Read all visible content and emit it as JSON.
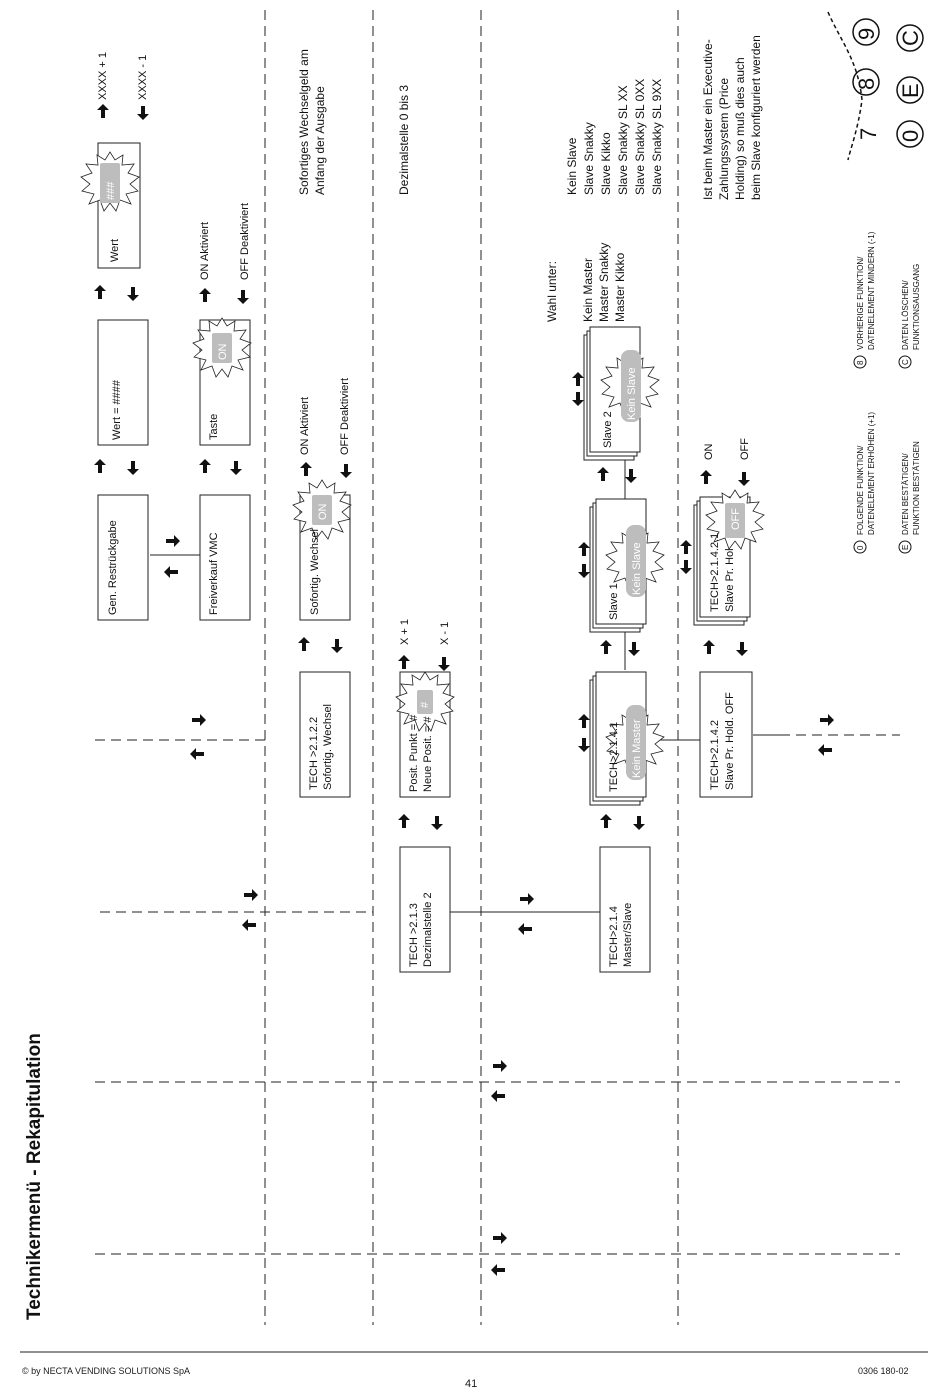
{
  "title": "Technikermenü - Rekapitulation",
  "footer": {
    "copyright": "© by NECTA VENDING SOLUTIONS SpA",
    "code": "0306 180-02",
    "page": "41"
  },
  "boxes": {
    "gen_restr": "Gen. Restrückgabe",
    "wert1": "Wert = ####",
    "wert2_label": "Wert",
    "wert2_value": "###",
    "freiverkauf": "Freiverkauf VMC",
    "taste_label": "Taste",
    "taste_value": "ON",
    "tech2122_l1": "TECH >2.1.2.2",
    "tech2122_l2": "Sofortig. Wechsel",
    "sofortig_label": "Sofortig. Wechsel",
    "sofortig_value": "ON",
    "tech213_l1": "TECH >2.1.3",
    "tech213_l2": "Dezimalstelle 2",
    "posit_l1": "Posit. Punkt = #",
    "posit_l2": "Neue Posit. = #",
    "posit_value": "#",
    "tech214_l1": "TECH>2.1.4",
    "tech214_l2": "Master/Slave",
    "tech2141": "TECH>2.1.4.1",
    "tech2141_value": "Kein Master",
    "slave1": "Slave 1",
    "slave1_value": "Kein Slave",
    "slave2": "Slave 2",
    "slave2_value": "Kein Slave",
    "tech2142_l1": "TECH>2.1.4.2",
    "tech2142_l2": "Slave Pr. Hold. OFF",
    "tech21421_l1": "TECH>2.1.4.2.1",
    "tech21421_l2": "Slave Pr. Hol",
    "tech21421_value": "OFF"
  },
  "labels": {
    "xxxx_plus": "XXXX + 1",
    "xxxx_minus": "XXXX - 1",
    "on_aktiviert": "ON  Aktiviert",
    "off_deaktiviert": "OFF  Deaktiviert",
    "on_aktiviert2": "ON  Aktiviert",
    "off_deaktiviert2": "OFF  Deaktiviert",
    "x_plus": "X + 1",
    "x_minus": "X - 1",
    "on": "ON",
    "off": "OFF"
  },
  "notes": {
    "sofortiges_l1": "Sofortiges Wechselgeld am",
    "sofortiges_l2": "Anfang der Ausgabe",
    "dezimal": "Dezimalstelle 0 bis 3",
    "wahl": "Wahl unter:",
    "master_list": [
      "Kein Master",
      "Master Snakky",
      "Master Kikko"
    ],
    "slave_list": [
      "Kein Slave",
      "Slave Snakky",
      "Slave Kikko",
      "Slave Snakky SL XX",
      "Slave Snakky SL 0XX",
      "Slave Snakky SL 9XX"
    ],
    "executive": [
      "Ist beim Master ein Executive-",
      "Zahlungssystem  (Price",
      "Holding) so muß dies auch",
      "beim Slave konfiguriert werden"
    ]
  },
  "legend": [
    {
      "symbol": "0",
      "line1": "FOLGENDE FUNKTION/",
      "line2": "DATENELEMENT ERHÖHEN (+1)"
    },
    {
      "symbol": "8",
      "line1": "VORHERIGE FUNKTION/",
      "line2": "DATENELEMENT MINDERN (-1)"
    },
    {
      "symbol": "E",
      "line1": "DATEN BESTÄTIGEN/",
      "line2": "FUNKTION BESTÄTIGEN"
    },
    {
      "symbol": "C",
      "line1": "DATEN LÖSCHEN/",
      "line2": "FUNKTIONSAUSGANG"
    }
  ],
  "keypad": {
    "top": [
      "8",
      "9"
    ],
    "bottom": [
      "0",
      "E",
      "C"
    ],
    "seven": "7"
  },
  "colors": {
    "line": "#222222",
    "starfill": "#bdbdbd",
    "highlight_text": "#ffffff"
  }
}
